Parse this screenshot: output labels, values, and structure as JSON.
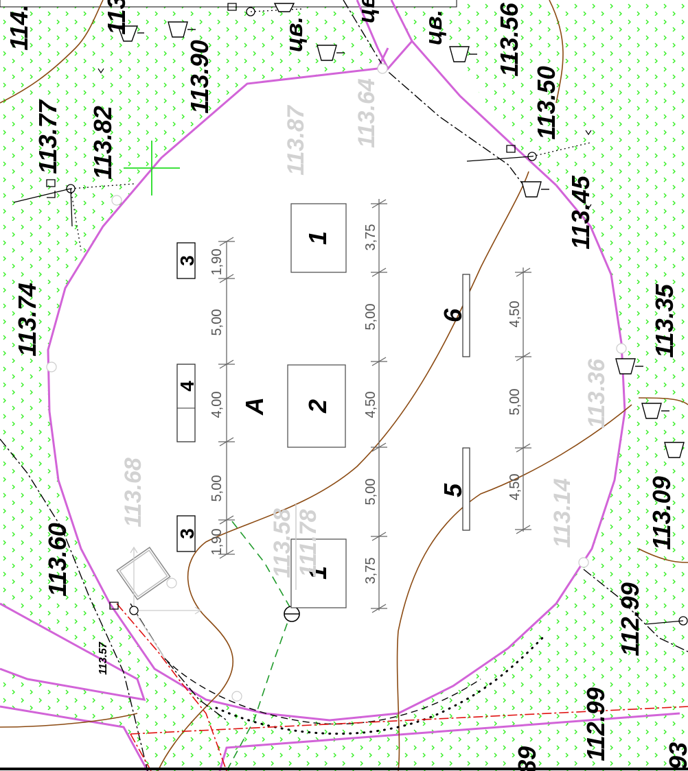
{
  "map": {
    "elevations": [
      {
        "id": "e1",
        "text": "114."
      },
      {
        "id": "e2",
        "text": "113"
      },
      {
        "id": "e3",
        "text": "113.90"
      },
      {
        "id": "e4",
        "text": "113.56"
      },
      {
        "id": "e5",
        "text": "113.50"
      },
      {
        "id": "e6",
        "text": "113.77"
      },
      {
        "id": "e7",
        "text": "113.82"
      },
      {
        "id": "e8",
        "text": "113.45"
      },
      {
        "id": "e9",
        "text": "113.74"
      },
      {
        "id": "e10",
        "text": "113.35"
      },
      {
        "id": "e11",
        "text": "113.60"
      },
      {
        "id": "e12",
        "text": "113.09"
      },
      {
        "id": "e13",
        "text": "112.99"
      },
      {
        "id": "e14",
        "text": "112.99"
      },
      {
        "id": "e15",
        "text": "89"
      },
      {
        "id": "e16",
        "text": "93"
      }
    ],
    "small_elevations": [
      {
        "id": "s1",
        "text": "113.57"
      }
    ],
    "gray_elevations": [
      {
        "id": "g1",
        "text": "113.87"
      },
      {
        "id": "g2",
        "text": "113.64"
      },
      {
        "id": "g3",
        "text": "113.68"
      },
      {
        "id": "g4",
        "text": "113.58"
      },
      {
        "id": "g5",
        "text": "111.78"
      },
      {
        "id": "g6",
        "text": "113.36"
      },
      {
        "id": "g7",
        "text": "113.14"
      }
    ],
    "labels_ce": [
      {
        "id": "c1",
        "text": "цв."
      },
      {
        "id": "c2",
        "text": "цв."
      },
      {
        "id": "c3",
        "text": "цв."
      }
    ],
    "dimensions": {
      "left_chain": [
        "1,90",
        "5,00",
        "4,00",
        "5,00",
        "1,90"
      ],
      "middle_chain": [
        "3,75",
        "5,00",
        "4,50",
        "5,00",
        "3,75"
      ],
      "right_chain": [
        "4,50",
        "5,00",
        "4,50"
      ]
    },
    "numbers": {
      "n1_top": "1",
      "n1_bottom": "1",
      "n2": "2",
      "n3_top": "3",
      "n3_bottom": "3",
      "n4": "4",
      "n5": "5",
      "n6": "6",
      "letter_a": "A"
    },
    "colors": {
      "vegetation": "#33ee22",
      "boundary": "#d264d8",
      "contour": "#8b4a12",
      "utility_black": "#000000",
      "utility_red": "#e01010",
      "utility_green": "#1f9a2a",
      "gray_label": "#d2d2d2"
    }
  }
}
